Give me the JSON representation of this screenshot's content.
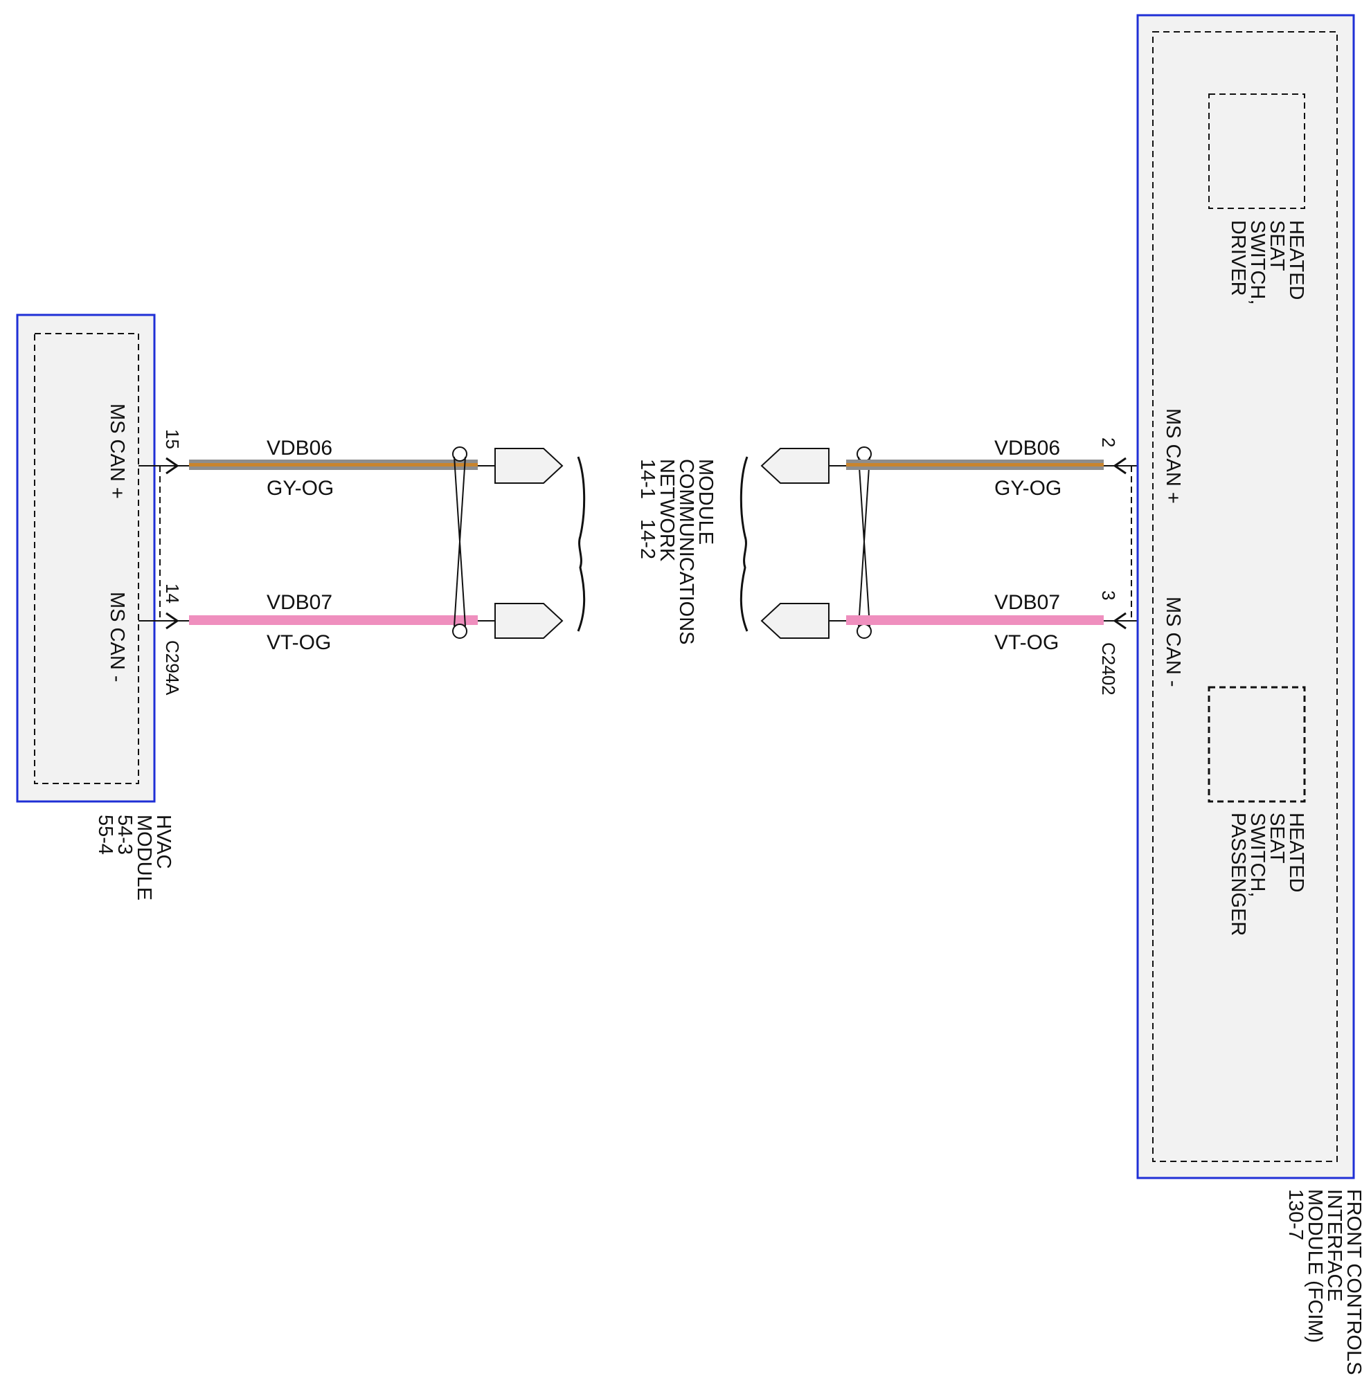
{
  "colors": {
    "module_border": "#1f2fd6",
    "module_fill": "#f2f2f2",
    "wire_gy_og_outer": "#8d8d8d",
    "wire_gy_og_inner": "#c8842e",
    "wire_vt_og": "#ef8fbe",
    "line": "#111111"
  },
  "modules": {
    "hvac": {
      "name_lines": [
        "HVAC",
        "MODULE",
        "54-3",
        "55-4"
      ],
      "pins": [
        {
          "label": "MS CAN +",
          "pin": "15"
        },
        {
          "label": "MS CAN -",
          "pin": "14"
        }
      ],
      "connector": "C294A"
    },
    "fcim": {
      "name_lines": [
        "FRONT CONTROLS",
        "INTERFACE",
        "MODULE (FCIM)",
        "130-7"
      ],
      "pins": [
        {
          "label": "MS CAN +",
          "pin": "2"
        },
        {
          "label": "MS CAN -",
          "pin": "3"
        }
      ],
      "connector": "C2402",
      "submodules": [
        {
          "lines": [
            "HEATED",
            "SEAT",
            "SWITCH,",
            "DRIVER"
          ]
        },
        {
          "lines": [
            "HEATED",
            "SEAT",
            "SWITCH,",
            "PASSENGER"
          ]
        }
      ]
    }
  },
  "wires": [
    {
      "circuit": "VDB06",
      "color_code": "GY-OG"
    },
    {
      "circuit": "VDB07",
      "color_code": "VT-OG"
    }
  ],
  "network_ref": {
    "lines": [
      "MODULE",
      "COMMUNICATIONS",
      "NETWORK"
    ],
    "refs": [
      "14-1",
      "14-2"
    ]
  }
}
